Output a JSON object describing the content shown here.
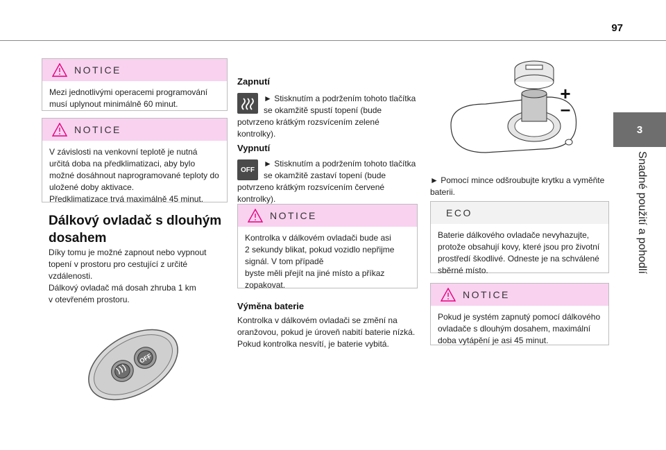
{
  "page": {
    "number": "97",
    "chapter": "3",
    "chapter_title": "Snadné použití a pohodlí"
  },
  "notice_label": "NOTICE",
  "eco_label": "ECO",
  "notice1": {
    "lines": [
      "Mezi jednotlivými operacemi programování",
      "musí uplynout minimálně 60 minut."
    ]
  },
  "notice2": {
    "lines": [
      "V závislosti na venkovní teplotě je nutná",
      "určitá doba na předklimatizaci, aby bylo",
      "možné dosáhnout naprogramované teploty do",
      "uložené doby aktivace.",
      "Předklimatizace trvá maximálně 45 minut."
    ]
  },
  "section_title": {
    "line1": "Dálkový ovladač s dlouhým",
    "line2": "dosahem"
  },
  "intro": {
    "lines": [
      "Díky tomu je možné zapnout nebo vypnout",
      "topení v prostoru pro cestující z určité",
      "vzdálenosti.",
      "Dálkový ovladač má dosah zhruba 1 km",
      "v otevřeném prostoru."
    ]
  },
  "remote_image": {
    "off_label": "OFF"
  },
  "zapnuti": {
    "title": "Zapnutí",
    "lines": [
      "► Stisknutím a podržením tohoto tlačítka",
      "se okamžitě spustí topení (bude",
      "potvrzeno krátkým rozsvícením zelené",
      "kontrolky)."
    ]
  },
  "vypnuti": {
    "title": "Vypnutí",
    "icon_text": "OFF",
    "lines": [
      "► Stisknutím a podržením tohoto tlačítka",
      "se okamžitě zastaví topení (bude",
      "potvrzeno krátkým rozsvícením červené",
      "kontrolky)."
    ]
  },
  "notice3": {
    "lines": [
      "Kontrolka v dálkovém ovladači bude asi",
      "2 sekundy blikat, pokud vozidlo nepřijme",
      "signál. V tom případě",
      "byste měli přejít na jiné místo a příkaz",
      "zopakovat."
    ]
  },
  "vymena": {
    "title": "Výměna baterie",
    "lines": [
      "Kontrolka v dálkovém ovladači se změní na",
      "oranžovou, pokud je úroveň nabití baterie nízká.",
      "Pokud kontrolka nesvítí, je baterie vybitá."
    ]
  },
  "battery_image": {
    "plus": "+",
    "minus": "–"
  },
  "battery_caption": {
    "lines": [
      "► Pomocí mince odšroubujte krytku a vyměňte",
      "baterii."
    ]
  },
  "eco": {
    "lines": [
      "Baterie dálkového ovladače nevyhazujte,",
      "protože obsahují kovy, které jsou pro životní",
      "prostředí škodlivé. Odneste je na schválené",
      "sběrné místo."
    ]
  },
  "notice4": {
    "lines": [
      "Pokud je systém zapnutý pomocí dálkového",
      "ovladače s dlouhým dosahem, maximální",
      "doba vytápění je asi 45 minut."
    ]
  },
  "colors": {
    "notice_header": "#f9d2f0",
    "eco_header": "#f2f2f2",
    "side_tab": "#6e6e6e",
    "warning_icon": "#e6007e"
  }
}
